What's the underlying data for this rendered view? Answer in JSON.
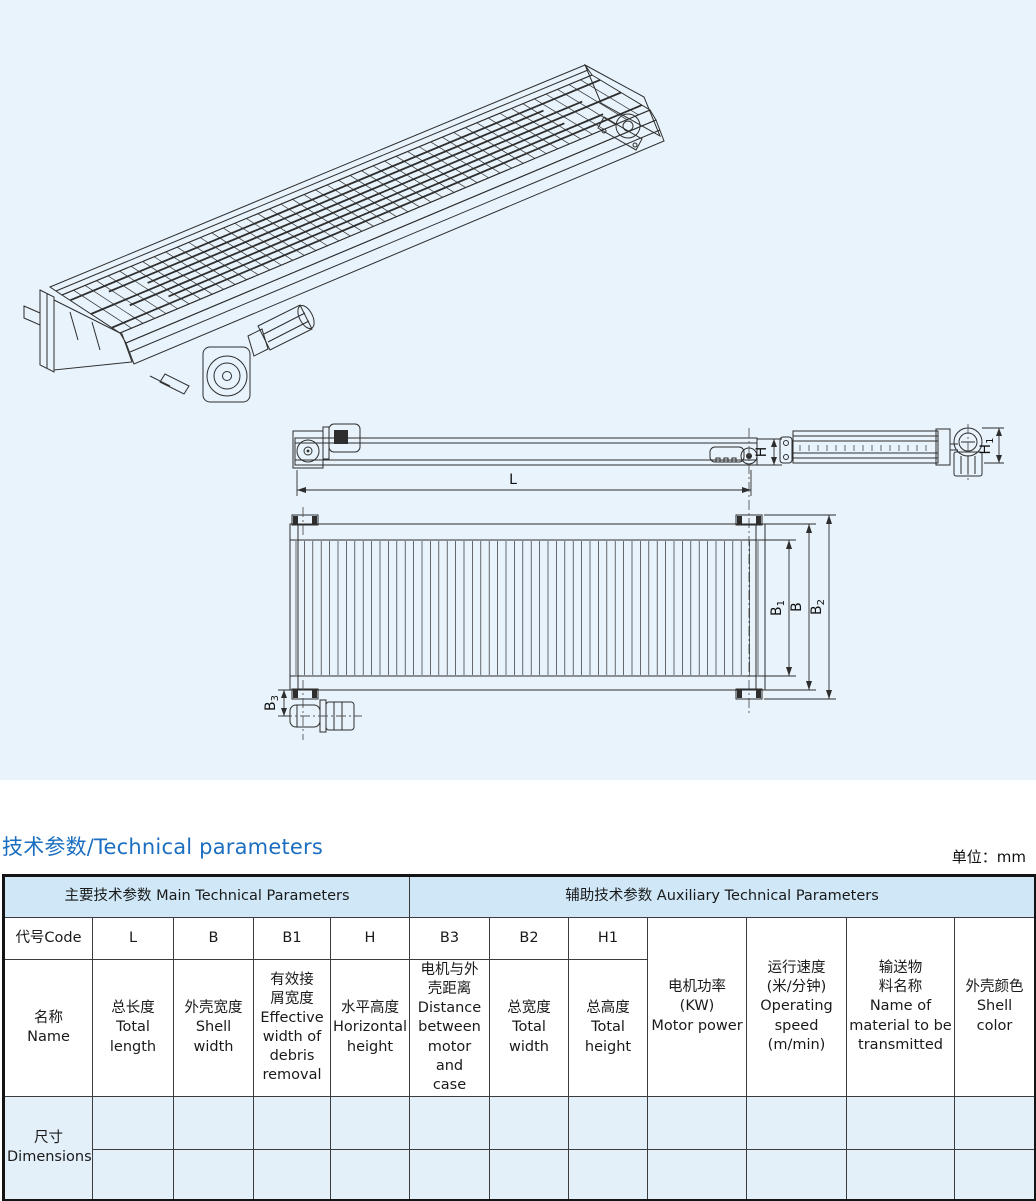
{
  "page": {
    "title": "技术参数/Technical parameters",
    "unit_label": "单位：mm"
  },
  "colors": {
    "drawing_background": "#e8f3fb",
    "table_header_fill": "#cfe7f7",
    "table_footer_fill": "#e3f0fa",
    "title_blue": "#1c6fc0",
    "line_color": "#2e2e2e"
  },
  "drawing": {
    "dims": {
      "l": "L",
      "h": "H",
      "h1": [
        "H",
        "1"
      ],
      "b": "B",
      "b1": [
        "B",
        "1"
      ],
      "b2": [
        "B",
        "2"
      ],
      "b3": [
        "B",
        "3"
      ]
    }
  },
  "table": {
    "main_header": "主要技术参数  Main Technical Parameters",
    "aux_header": "辅助技术参数 Auxiliary Technical Parameters",
    "code_label": "代号Code",
    "codes": [
      "L",
      "B",
      "B1",
      "H",
      "B3",
      "B2",
      "H1"
    ],
    "name_label": "名称\nName",
    "names": [
      "总长度\nTotal\nlength",
      "外壳宽度\nShell width",
      "有效接\n屑宽度\nEffective\nwidth of\ndebris\nremoval",
      "水平高度\nHorizontal\nheight",
      "电机与外\n壳距离\nDistance\nbetween\nmotor and\ncase",
      "总宽度\nTotal width",
      "总高度\nTotal\nheight"
    ],
    "merged": [
      "电机功率\n(KW)\nMotor power",
      "运行速度\n(米/分钟)\nOperating\nspeed\n(m/min)",
      "输送物\n料名称\nName of\nmaterial to be\ntransmitted",
      "外壳颜色\nShell color"
    ],
    "dimensions_label": "尺寸\nDimensions"
  }
}
